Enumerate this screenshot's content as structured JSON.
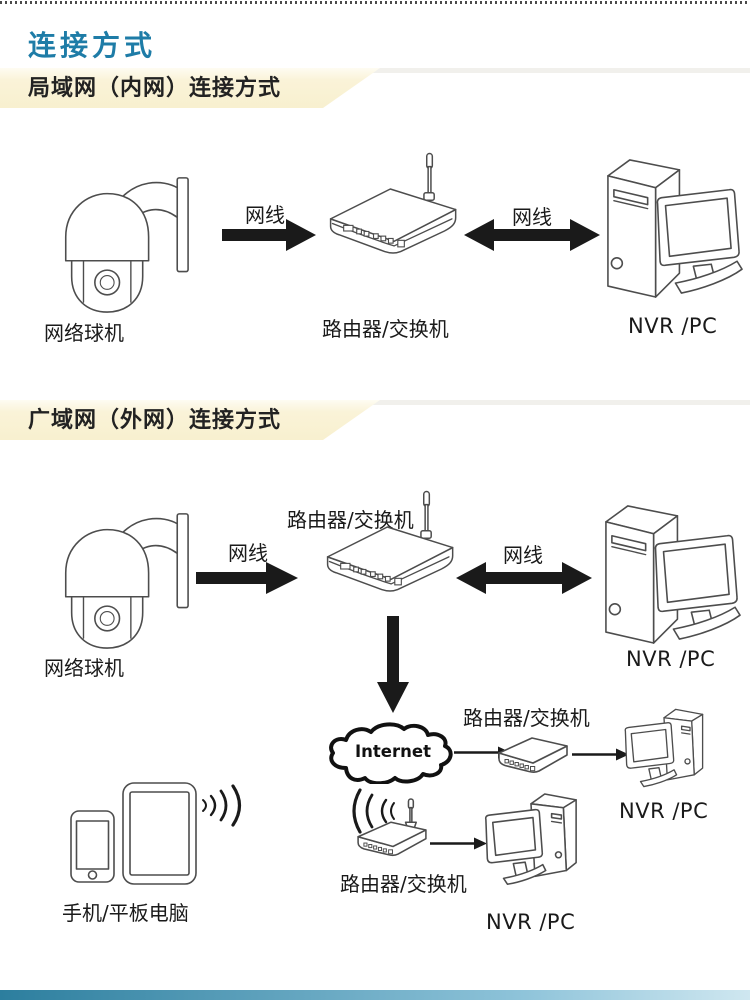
{
  "page": {
    "title": "连接方式"
  },
  "sections": {
    "lan": {
      "heading": "局域网（内网）连接方式",
      "camera": "网络球机",
      "cable_left": "网线",
      "router": "路由器/交换机",
      "cable_right": "网线",
      "nvr_pc": "NVR /PC"
    },
    "wan": {
      "heading": "广域网（外网）连接方式",
      "camera": "网络球机",
      "cable_left": "网线",
      "router_main": "路由器/交换机",
      "cable_right": "网线",
      "nvr_pc_main": "NVR /PC",
      "internet": "Internet",
      "router_chain_top": "路由器/交换机",
      "nvr_pc_chain_top": "NVR /PC",
      "router_chain_bottom": "路由器/交换机",
      "nvr_pc_chain_bottom": "NVR /PC",
      "mobile": "手机/平板电脑"
    }
  },
  "colors": {
    "accent": "#1e7ca7",
    "banner_bg": "#faf3d8",
    "line_art": "#4d4d4d",
    "arrow": "#1a1a1a"
  }
}
